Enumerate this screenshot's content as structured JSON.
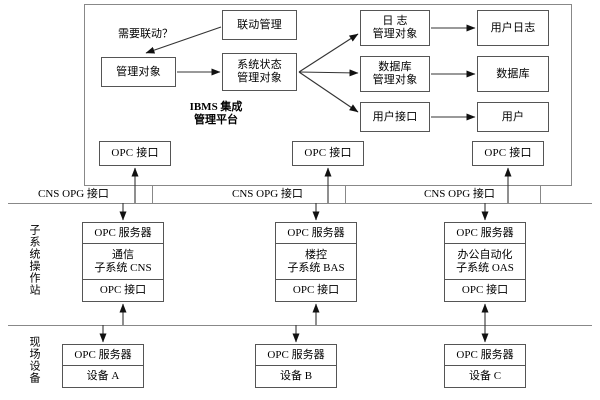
{
  "diagram": {
    "title_block": {
      "line1": "IBMS 集成",
      "line2": "管理平台"
    },
    "condition_label": "需要联动？",
    "ibms_boxes": {
      "linkage_manager": "联动管理",
      "managed_object": "管理对象",
      "system_state_object": {
        "line1": "系统状态",
        "line2": "管理对象"
      },
      "log_object": {
        "line1": "日 志",
        "line2": "管理对象"
      },
      "db_object": {
        "line1": "数据库",
        "line2": "管理对象"
      },
      "ui_object": "用户接口",
      "user_log": "用户日志",
      "database": "数据库",
      "user": "用户"
    },
    "opc_interface_label": "OPC 接口",
    "opc_server_label": "OPC 服务器",
    "platform_opc_interfaces": [
      "OPC 接口",
      "OPC 接口",
      "OPC 接口"
    ],
    "bus_labels": [
      "CNS  OPG 接口",
      "CNS  OPG 接口",
      "CNS  OPG 接口"
    ],
    "side_labels": {
      "subsystem_station": "子系统操作站",
      "field_devices": "现场设备"
    },
    "subsystems": [
      {
        "server": "OPC 服务器",
        "name_line1": "通信",
        "name_line2": "子系统 CNS",
        "iface": "OPC 接口"
      },
      {
        "server": "OPC 服务器",
        "name_line1": "楼控",
        "name_line2": "子系统 BAS",
        "iface": "OPC 接口"
      },
      {
        "server": "OPC 服务器",
        "name_line1": "办公自动化",
        "name_line2": "子系统 OAS",
        "iface": "OPC 接口"
      }
    ],
    "devices": [
      {
        "server": "OPC 服务器",
        "name": "设备 A"
      },
      {
        "server": "OPC 服务器",
        "name": "设备 B"
      },
      {
        "server": "OPC 服务器",
        "name": "设备 C"
      }
    ],
    "colors": {
      "line": "#555555",
      "frame": "#888888",
      "background": "#ffffff",
      "text": "#000000"
    }
  }
}
